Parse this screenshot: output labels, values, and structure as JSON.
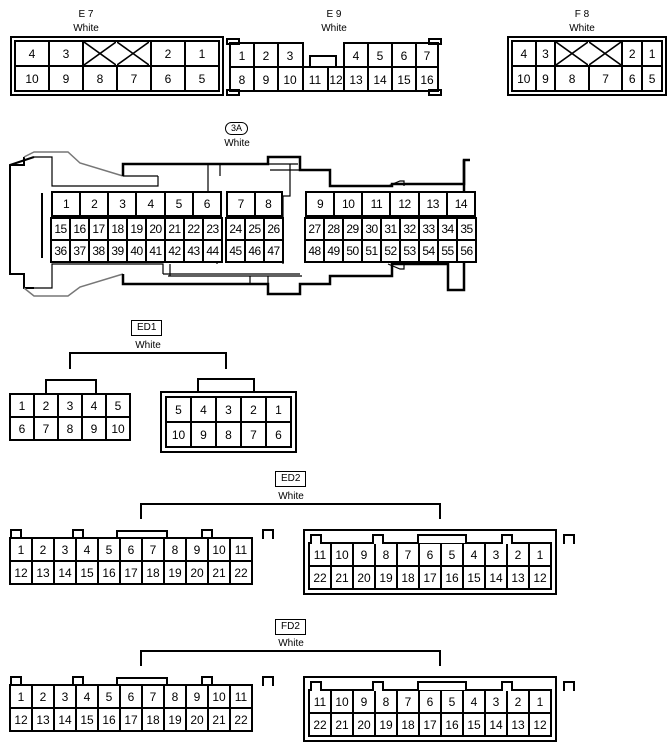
{
  "connectors": {
    "e7": {
      "code": "E 7",
      "color": "White",
      "rows": [
        [
          "4",
          "3",
          "X",
          "X",
          "2",
          "1"
        ],
        [
          "10",
          "9",
          "8",
          "7",
          "6",
          "5"
        ]
      ]
    },
    "e9": {
      "code": "E 9",
      "color": "White",
      "rows": [
        [
          "1",
          "2",
          "3",
          "",
          "",
          "4",
          "5",
          "6",
          "7"
        ],
        [
          "8",
          "9",
          "10",
          "11",
          "12",
          "13",
          "14",
          "15",
          "16"
        ]
      ]
    },
    "f8": {
      "code": "F 8",
      "color": "White",
      "rows": [
        [
          "4",
          "3",
          "X",
          "X",
          "2",
          "1"
        ],
        [
          "10",
          "9",
          "8",
          "7",
          "6",
          "5"
        ]
      ]
    },
    "c3a": {
      "code": "3A",
      "color": "White",
      "block1": {
        "top": [
          "1",
          "2",
          "3",
          "4",
          "5",
          "6"
        ],
        "mid": [
          "15",
          "16",
          "17",
          "18",
          "19",
          "20",
          "21",
          "22",
          "23"
        ],
        "bot": [
          "36",
          "37",
          "38",
          "39",
          "40",
          "41",
          "42",
          "43",
          "44"
        ]
      },
      "block2": {
        "top": [
          "7",
          "8"
        ],
        "mid": [
          "24",
          "25",
          "26"
        ],
        "bot": [
          "45",
          "46",
          "47"
        ]
      },
      "block3": {
        "top": [
          "9",
          "10",
          "11",
          "12",
          "13",
          "14"
        ],
        "mid": [
          "27",
          "28",
          "29",
          "30",
          "31",
          "32",
          "33",
          "34",
          "35"
        ],
        "bot": [
          "48",
          "49",
          "50",
          "51",
          "52",
          "53",
          "54",
          "55",
          "56"
        ]
      }
    },
    "ed1": {
      "code": "ED1",
      "color": "White",
      "left": [
        [
          "1",
          "2",
          "3",
          "4",
          "5"
        ],
        [
          "6",
          "7",
          "8",
          "9",
          "10"
        ]
      ],
      "right": [
        [
          "5",
          "4",
          "3",
          "2",
          "1"
        ],
        [
          "10",
          "9",
          "8",
          "7",
          "6"
        ]
      ]
    },
    "ed2": {
      "code": "ED2",
      "color": "White",
      "left": [
        [
          "1",
          "2",
          "3",
          "4",
          "5",
          "6",
          "7",
          "8",
          "9",
          "10",
          "11"
        ],
        [
          "12",
          "13",
          "14",
          "15",
          "16",
          "17",
          "18",
          "19",
          "20",
          "21",
          "22"
        ]
      ],
      "right": [
        [
          "11",
          "10",
          "9",
          "8",
          "7",
          "6",
          "5",
          "4",
          "3",
          "2",
          "1"
        ],
        [
          "22",
          "21",
          "20",
          "19",
          "18",
          "17",
          "16",
          "15",
          "14",
          "13",
          "12"
        ]
      ]
    },
    "fd2": {
      "code": "FD2",
      "color": "White",
      "left": [
        [
          "1",
          "2",
          "3",
          "4",
          "5",
          "6",
          "7",
          "8",
          "9",
          "10",
          "11"
        ],
        [
          "12",
          "13",
          "14",
          "15",
          "16",
          "17",
          "18",
          "19",
          "20",
          "21",
          "22"
        ]
      ],
      "right": [
        [
          "11",
          "10",
          "9",
          "8",
          "7",
          "6",
          "5",
          "4",
          "3",
          "2",
          "1"
        ],
        [
          "22",
          "21",
          "20",
          "19",
          "18",
          "17",
          "16",
          "15",
          "14",
          "13",
          "12"
        ]
      ]
    }
  }
}
